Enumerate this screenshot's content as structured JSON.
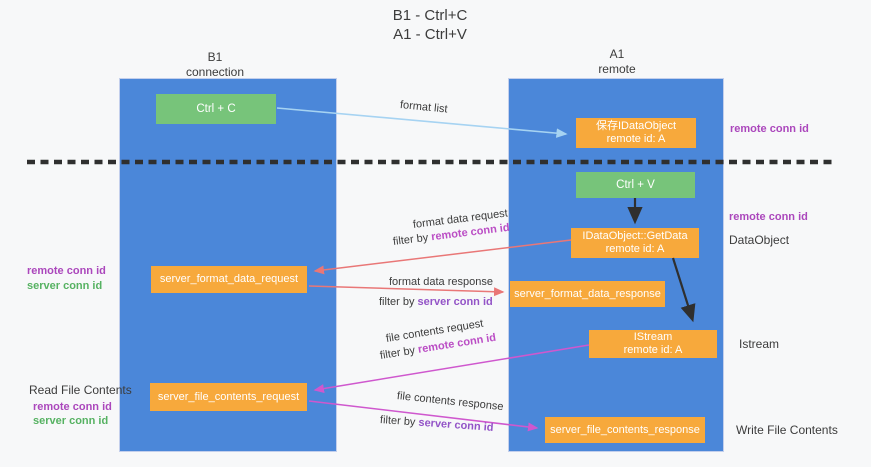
{
  "title": {
    "line1": "B1 - Ctrl+C",
    "line2": "A1 - Ctrl+V"
  },
  "lanes": {
    "left": {
      "name": "B1",
      "role": "connection"
    },
    "right": {
      "name": "A1",
      "role": "remote"
    }
  },
  "nodes": {
    "ctrl_c": {
      "label": "Ctrl + C"
    },
    "ctrl_v": {
      "label": "Ctrl + V"
    },
    "save_dataobject": {
      "line1": "保存IDataObject",
      "line2": "remote id: A"
    },
    "getdata": {
      "line1": "IDataObject::GetData",
      "line2": "remote id: A"
    },
    "istream": {
      "line1": "IStream",
      "line2": "remote id: A"
    },
    "format_request": {
      "label": "server_format_data_request"
    },
    "format_response": {
      "label": "server_format_data_response"
    },
    "file_request": {
      "label": "server_file_contents_request"
    },
    "file_response": {
      "label": "server_file_contents_response"
    }
  },
  "flows": {
    "format_list": {
      "label": "format list"
    },
    "format_data_request": {
      "label": "format data request",
      "filter_prefix": "filter by",
      "filter_value": "remote conn id"
    },
    "format_data_response": {
      "label": "format data response",
      "filter_prefix": "filter by",
      "filter_value": "server conn id"
    },
    "file_contents_request": {
      "label": "file contents request",
      "filter_prefix": "filter by",
      "filter_value": "remote conn id"
    },
    "file_contents_response": {
      "label": "file contents response",
      "filter_prefix": "filter by",
      "filter_value": "server conn id"
    }
  },
  "annotations": {
    "right_remote_conn_id_top": "remote conn id",
    "right_remote_conn_id_mid": "remote conn id",
    "dataobject": "DataObject",
    "istream": "Istream",
    "write_file_contents": "Write File Contents",
    "left_remote_conn_id_top": "remote conn id",
    "left_server_conn_id_top": "server conn id",
    "read_file_contents": "Read File Contents",
    "left_remote_conn_id_bottom": "remote conn id",
    "left_server_conn_id_bottom": "server conn id"
  },
  "colors": {
    "lane_fill": "#4b87d9",
    "node_green": "#77c47a",
    "node_orange": "#f7a93c",
    "arrow_blue": "#a6d3f2",
    "arrow_red": "#e97777",
    "arrow_magenta": "#cf58ce",
    "arrow_black": "#2f2f2f",
    "label_purple": "#ab47bc",
    "label_green": "#56b262",
    "text_dark": "#3c3c3c"
  }
}
